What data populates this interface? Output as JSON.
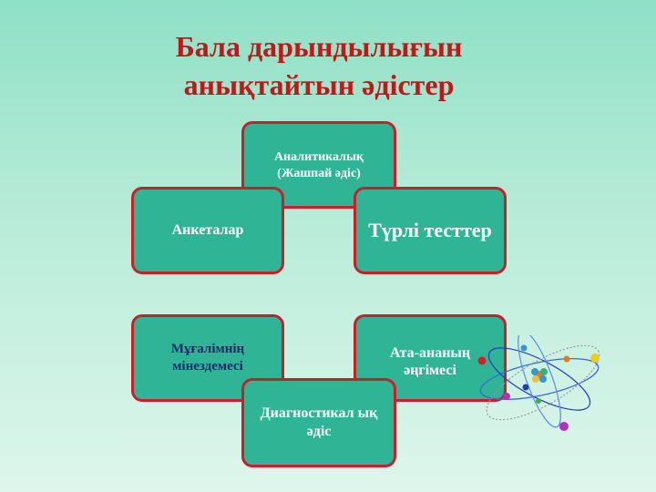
{
  "title": {
    "line1": "Бала дарындылығын",
    "line2": "анықтайтын әдістер"
  },
  "nodes": {
    "analytic": "Аналитикалық (Жашпай әдіс)",
    "tests": "Түрлі тесттер",
    "survey": "Анкеталар",
    "teacher": "Мұғалімнің мінездемесі",
    "parents": "Ата-ананың әңгімесі",
    "diagnostic": "Диагностикал ық әдіс"
  },
  "colors": {
    "box_fill": "#2fb596",
    "box_border": "#c8202a",
    "title": "#c01818"
  },
  "icons": [
    "atom-icon"
  ]
}
